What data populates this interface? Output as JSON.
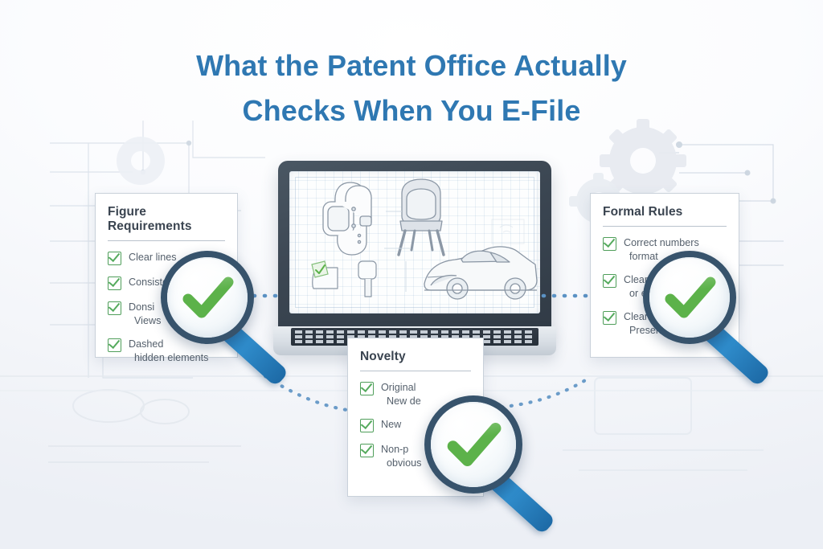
{
  "title": {
    "line1": "What the Patent Office Actually",
    "line2": "Checks When You E-File"
  },
  "colors": {
    "title_blue": "#2f78b2",
    "check_green": "#56ab5e",
    "handle_blue": "#2f8ccb",
    "rim_navy": "#2e4a62",
    "card_border": "#c9d1da",
    "background": "#f2f4f8"
  },
  "cards": [
    {
      "id": "figure-requirements",
      "title": "Figure Requirements",
      "items": [
        {
          "main": "Clear lines",
          "sub": ""
        },
        {
          "main": "Consistent",
          "sub": ""
        },
        {
          "main": "Donsi",
          "sub": "Views"
        },
        {
          "main": "Dashed",
          "sub": "hidden elements"
        }
      ]
    },
    {
      "id": "novelty",
      "title": "Novelty",
      "items": [
        {
          "main": "Original",
          "sub": "New de"
        },
        {
          "main": "New",
          "sub": ""
        },
        {
          "main": "Non-p",
          "sub": "obvious"
        }
      ]
    },
    {
      "id": "formal-rules",
      "title": "Formal Rules",
      "items": [
        {
          "main": "Correct numbers",
          "sub": "format"
        },
        {
          "main": "Clear",
          "sub": "or er"
        },
        {
          "main": "Clean o",
          "sub": "Presentation"
        }
      ]
    }
  ],
  "laptop": {
    "screen_items": [
      "smartwatch-drawing",
      "armchair-drawing",
      "car-drawing",
      "small-device-drawing",
      "tag-drawing"
    ]
  },
  "magnifiers": [
    {
      "id": "magnifier-left",
      "icon": "green-checkmark"
    },
    {
      "id": "magnifier-right",
      "icon": "green-checkmark"
    },
    {
      "id": "magnifier-bottom",
      "icon": "green-checkmark"
    }
  ]
}
